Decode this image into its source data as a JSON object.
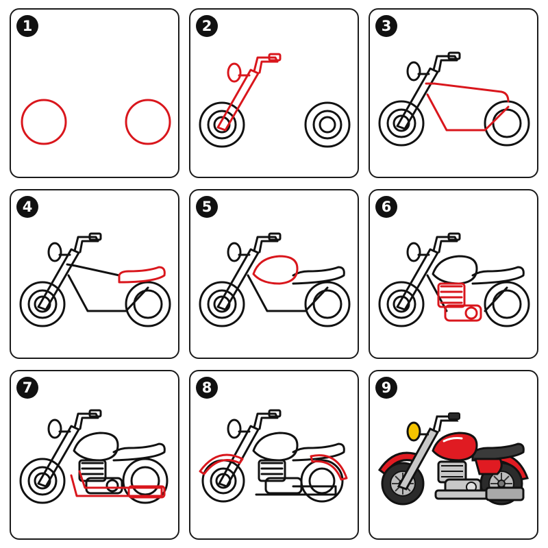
{
  "steps": [
    {
      "number": "1"
    },
    {
      "number": "2"
    },
    {
      "number": "3"
    },
    {
      "number": "4"
    },
    {
      "number": "5"
    },
    {
      "number": "6"
    },
    {
      "number": "7"
    },
    {
      "number": "8"
    },
    {
      "number": "9"
    }
  ],
  "colors": {
    "outline": "#111111",
    "new_step_line": "#d9161c",
    "final_body_red": "#e01b22",
    "final_seat": "#3a3a3a",
    "final_chrome": "#c8c8c8",
    "final_headlight": "#f5c400"
  }
}
